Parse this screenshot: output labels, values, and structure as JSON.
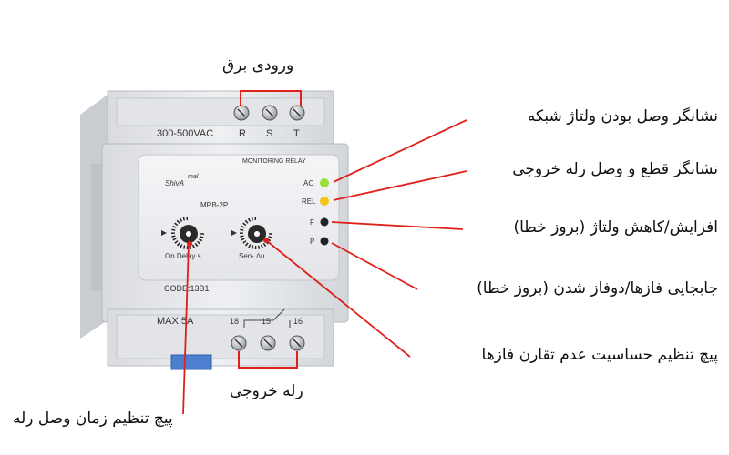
{
  "labels": {
    "power_input": "ورودی برق",
    "ac_indicator": "نشانگر وصل بودن ولتاژ شبکه",
    "rel_indicator": "نشانگر قطع و وصل رله خروجی",
    "f_indicator": "افزایش/کاهش ولتاژ (بروز خطا)",
    "p_indicator": "جابجایی فازها/دوفاز شدن (بروز خطا)",
    "sensitivity_knob": "پیچ تنظیم حساسیت عدم تقارن فازها",
    "relay_output": "رله خروجی",
    "delay_knob": "پیچ تنظیم زمان وصل رله"
  },
  "device": {
    "voltage_range": "300-500VAC",
    "terminal_r": "R",
    "terminal_s": "S",
    "terminal_t": "T",
    "header": "MONITORING RELAY",
    "brand_left": "ShivA",
    "brand_right": "mal",
    "model": "MRB-2P",
    "led_ac": "AC",
    "led_rel": "REL",
    "led_f": "F",
    "led_p": "P",
    "knob_delay_label": "On Delay s",
    "knob_sens_label": "Sen- ∆u",
    "code": "CODE:13B1",
    "max_current": "MAX 5A",
    "out_18": "18",
    "out_15": "15",
    "out_16": "16"
  },
  "colors": {
    "led_ac": "#9be03a",
    "led_rel": "#f5c518",
    "led_f": "#222222",
    "led_p": "#222222",
    "callout_line": "#e0201b",
    "callout_dot": "#e0201b"
  }
}
